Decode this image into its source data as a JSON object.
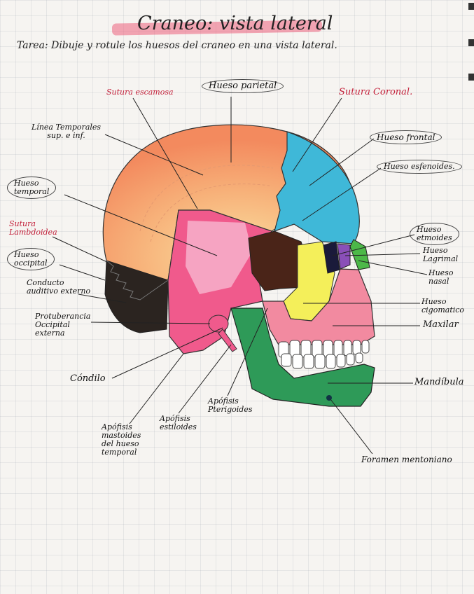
{
  "title": "Craneo: vista lateral",
  "task": "Tarea: Dibuje y rotule los huesos del craneo en una vista lateral.",
  "colors": {
    "parietal": "#f6a070",
    "frontal": "#3fb8d8",
    "temporal": "#f05a8c",
    "occipital": "#2b2420",
    "esfenoides": "#4a2418",
    "cigomatico": "#f4ef5a",
    "maxilar": "#f28aa0",
    "mandibula": "#2e9a58",
    "nasal": "#4cb848",
    "lagrimal": "#8a4fb8",
    "highlight": "#ec607c"
  },
  "labels": {
    "sutura_escamosa": "Sutura escamosa",
    "hueso_parietal": "Hueso parietal",
    "sutura_coronal": "Sutura Coronal.",
    "linea_temporales": [
      "Línea Temporales",
      "sup. e inf."
    ],
    "hueso_frontal": "Hueso frontal",
    "hueso_esfenoides": "Hueso esfenoides.",
    "hueso_temporal": [
      "Hueso",
      "temporal"
    ],
    "sutura_lambdoidea": [
      "Sutura",
      "Lambdoidea"
    ],
    "hueso_occipital": [
      "Hueso",
      "occipital"
    ],
    "conducto_auditivo": [
      "Conducto",
      "auditivo externo"
    ],
    "protuberancia": [
      "Protuberancia",
      "Occipital",
      "externa"
    ],
    "condilo": "Cóndilo",
    "apofisis_mastoides": [
      "Apófisis",
      "mastoides",
      "del hueso",
      "temporal"
    ],
    "apofisis_estiloides": [
      "Apófisis",
      "estiloides"
    ],
    "apofisis_pterigoides": [
      "Apófisis",
      "Pterigoides"
    ],
    "hueso_etmoides": [
      "Hueso",
      "etmoides"
    ],
    "hueso_lagrimal": [
      "Hueso",
      "Lagrimal"
    ],
    "hueso_nasal": [
      "Hueso",
      "nasal"
    ],
    "hueso_cigomatico": [
      "Hueso",
      "cigomatico"
    ],
    "maxilar": "Maxilar",
    "mandibula": "Mandíbula",
    "foramen_mentoniano": "Foramen mentoniano"
  }
}
